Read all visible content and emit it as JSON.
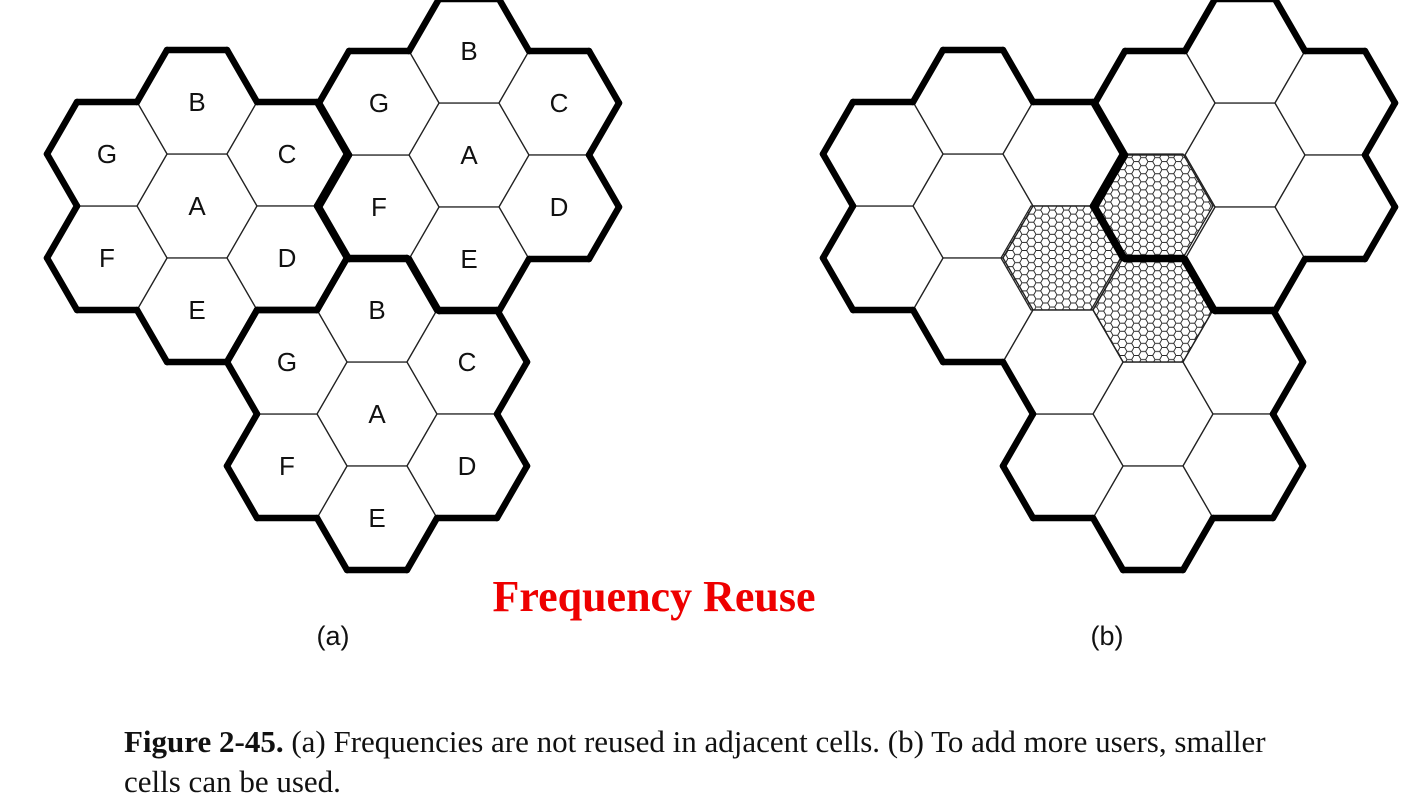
{
  "title": "Frequency Reuse",
  "title_color": "#ee0000",
  "panel_a": {
    "label": "(a)",
    "clusters": [
      [
        "A",
        "B",
        "C",
        "D",
        "E",
        "F",
        "G"
      ],
      [
        "A",
        "B",
        "C",
        "D",
        "E",
        "F",
        "G"
      ],
      [
        "A",
        "B",
        "C",
        "D",
        "E",
        "F",
        "G"
      ]
    ]
  },
  "panel_b": {
    "label": "(b)"
  },
  "caption": {
    "figure": "Figure 2-45.",
    "text": " (a) Frequencies are not reused in adjacent cells.  (b) To add more users, smaller cells can be used."
  }
}
